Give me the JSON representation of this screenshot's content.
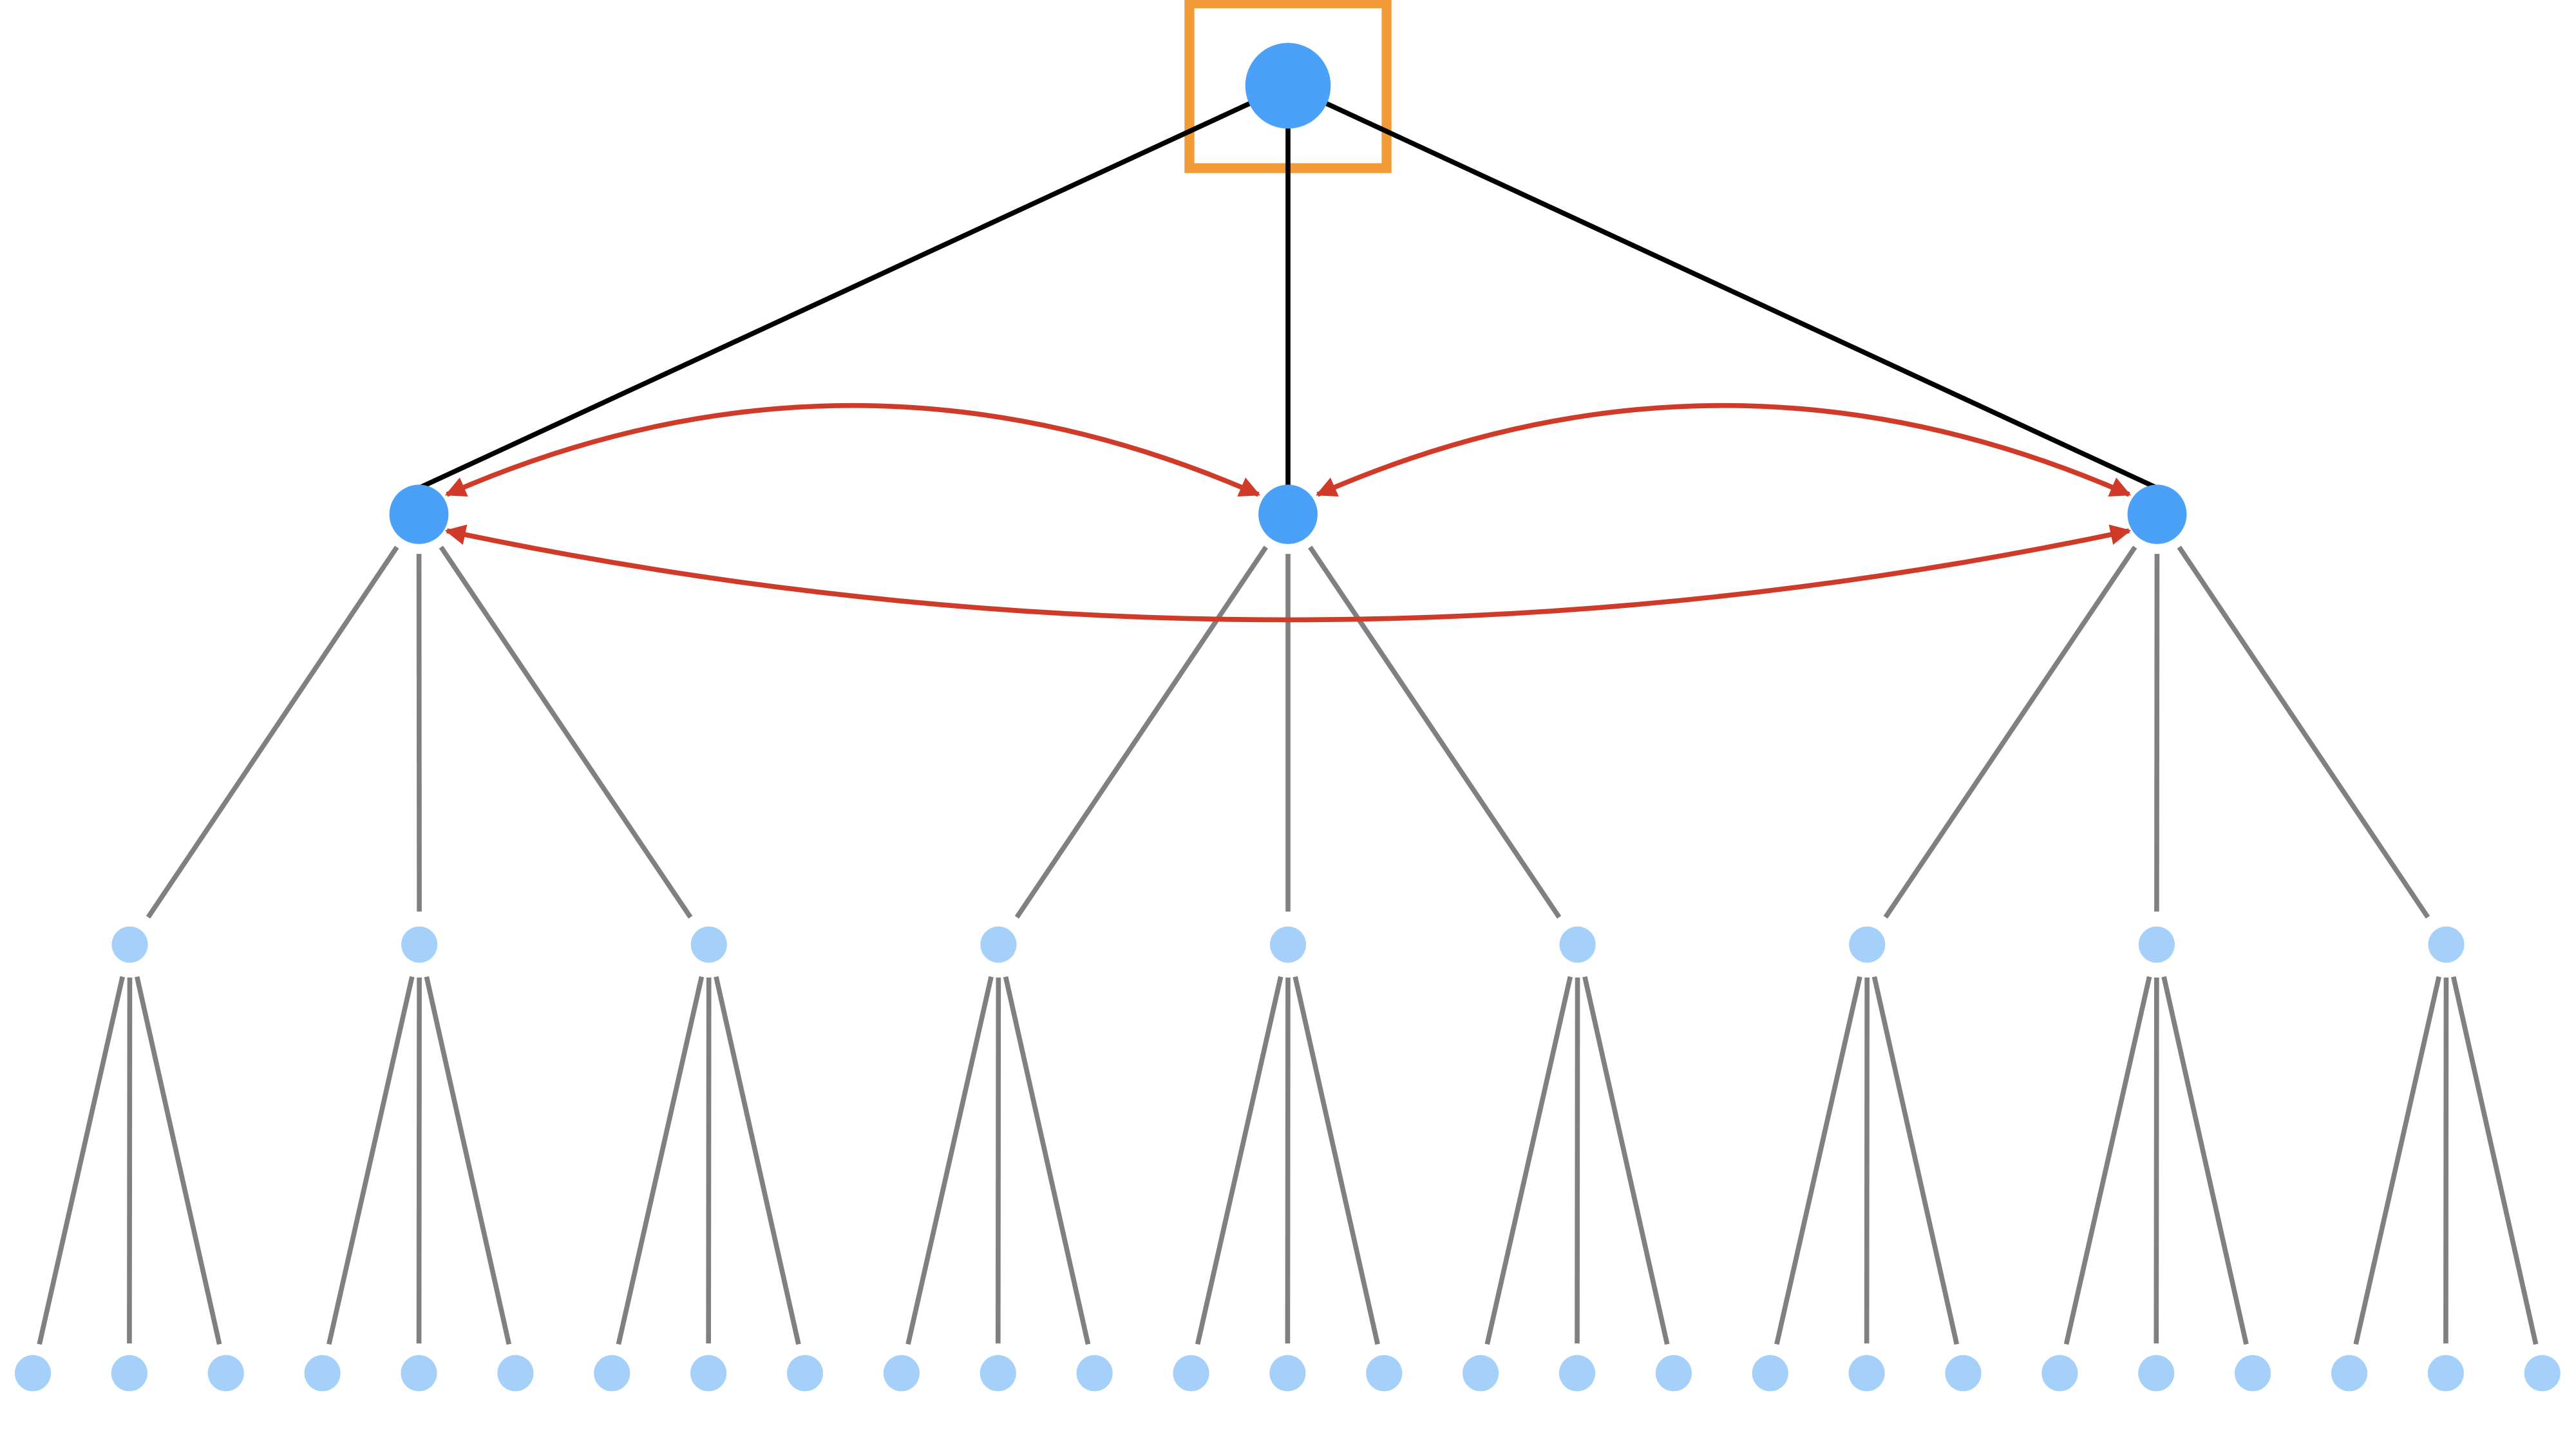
{
  "diagram": {
    "type": "tree",
    "levels": 4,
    "branching_factor": 3,
    "highlighted_node": "root",
    "colors": {
      "background": "#ffffff",
      "root_edge": "#000000",
      "child_edge": "#808080",
      "sibling_arrow": "#d03a28",
      "node_primary": "#4aa1f7",
      "node_leaf": "#a4d0f9",
      "highlight_box": "#f09a38"
    }
  }
}
